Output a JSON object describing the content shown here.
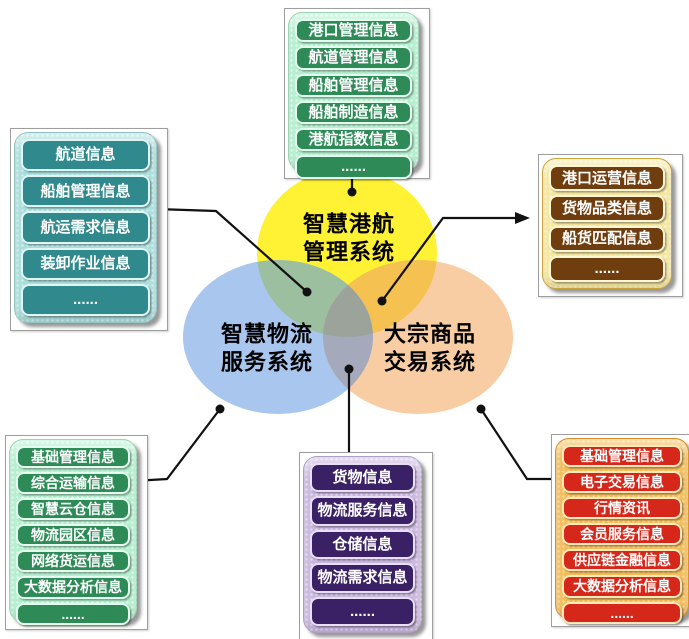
{
  "diagram": {
    "systems": {
      "port": {
        "line1": "智慧港航",
        "line2": "管理系统",
        "color": "#FFF133"
      },
      "logistics": {
        "line1": "智慧物流",
        "line2": "服务系统",
        "color": "#A8C6EE"
      },
      "commodity": {
        "line1": "大宗商品",
        "line2": "交易系统",
        "color": "#F9CDA4"
      }
    },
    "overlap_colors": {
      "port_logistics": "#9CBF9F",
      "port_commodity": "#F5C150",
      "logistics_commodity": "#A5A9BC",
      "center": "#9BA39B"
    },
    "connector_color": "#111111"
  },
  "boxes": {
    "top": {
      "panel_color": "#B2F0CE",
      "pill_color": "#2E8B57",
      "items": [
        "港口管理信息",
        "航道管理信息",
        "船舶管理信息",
        "船舶制造信息",
        "港航指数信息",
        "......"
      ]
    },
    "left": {
      "panel_color": "#A8DEDC",
      "pill_color": "#2F898D",
      "items": [
        "航道信息",
        "船舶管理信息",
        "航运需求信息",
        "装卸作业信息",
        "......"
      ]
    },
    "right": {
      "panel_color": "#F6E79E",
      "pill_color": "#6F3D0E",
      "items": [
        "港口运营信息",
        "货物品类信息",
        "船货匹配信息",
        "......"
      ]
    },
    "bottom_left": {
      "panel_color": "#B2F0CE",
      "pill_color": "#2E8B57",
      "items": [
        "基础管理信息",
        "综合运输信息",
        "智慧云仓信息",
        "物流园区信息",
        "网络货运信息",
        "大数据分析信息",
        "......"
      ]
    },
    "bottom_center": {
      "panel_color": "#C9B6DF",
      "pill_color": "#3A2166",
      "items": [
        "货物信息",
        "物流服务信息",
        "仓储信息",
        "物流需求信息",
        "......"
      ]
    },
    "bottom_right": {
      "panel_color": "#F3BC58",
      "pill_color": "#D6281A",
      "items": [
        "基础管理信息",
        "电子交易信息",
        "行情资讯",
        "会员服务信息",
        "供应链金融信息",
        "大数据分析信息",
        "......"
      ]
    }
  }
}
